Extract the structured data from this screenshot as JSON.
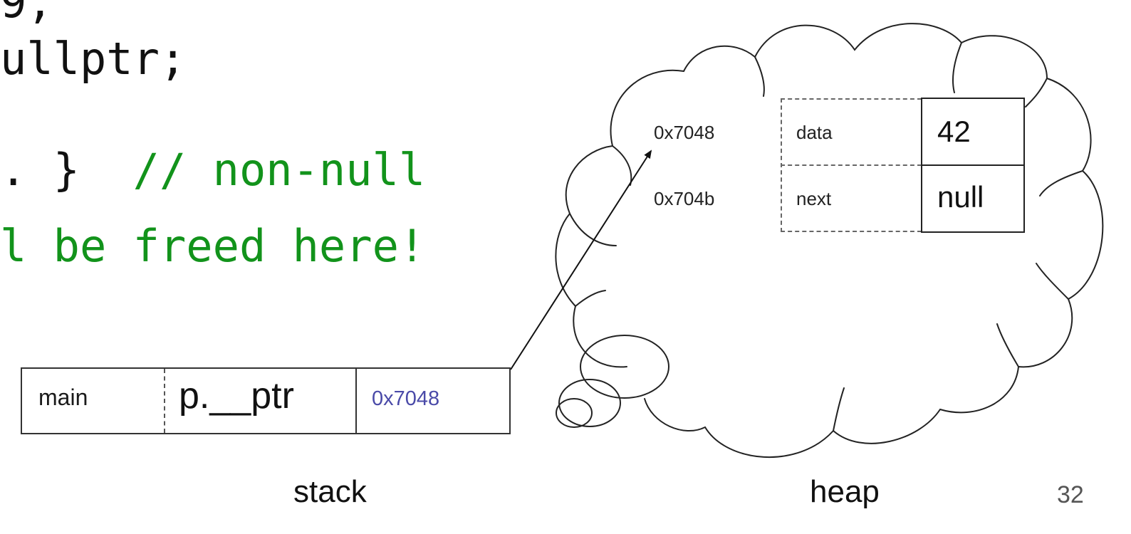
{
  "code": {
    "line1": "9,",
    "line2": "ullptr;",
    "line3_code": ". }  ",
    "line3_comment": "// non-null",
    "line4_comment": "l be freed here!"
  },
  "stack": {
    "frame_name": "main",
    "variable": "p.__ptr",
    "value": "0x7048",
    "label": "stack"
  },
  "heap": {
    "label": "heap",
    "rows": [
      {
        "address": "0x7048",
        "field": "data",
        "value": "42"
      },
      {
        "address": "0x704b",
        "field": "next",
        "value": "null"
      }
    ]
  },
  "page_number": "32",
  "colors": {
    "comment_green": "#12931b",
    "pointer_value_blue": "#4a4aa8"
  }
}
